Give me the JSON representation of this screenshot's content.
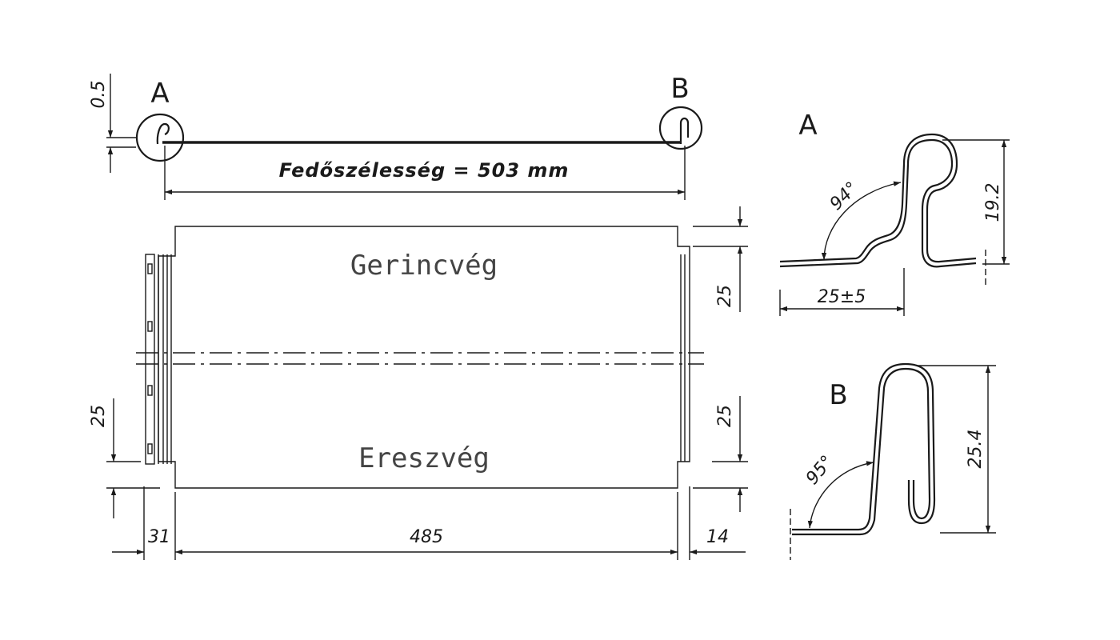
{
  "labels": {
    "detail_a": "A",
    "detail_b": "B",
    "cover_width": "Fedőszélesség = 503 mm",
    "ridge_end": "Gerincvég",
    "eave_end": "Ereszvég"
  },
  "dimensions": {
    "thickness": "0.5",
    "right_top": "25",
    "left_bottom": "25",
    "right_bottom": "25",
    "left_edge": "31",
    "main_width": "485",
    "right_edge": "14",
    "detail_a_angle": "94°",
    "detail_a_height": "19.2",
    "detail_a_width": "25±5",
    "detail_b_angle": "95°",
    "detail_b_height": "25.4"
  }
}
